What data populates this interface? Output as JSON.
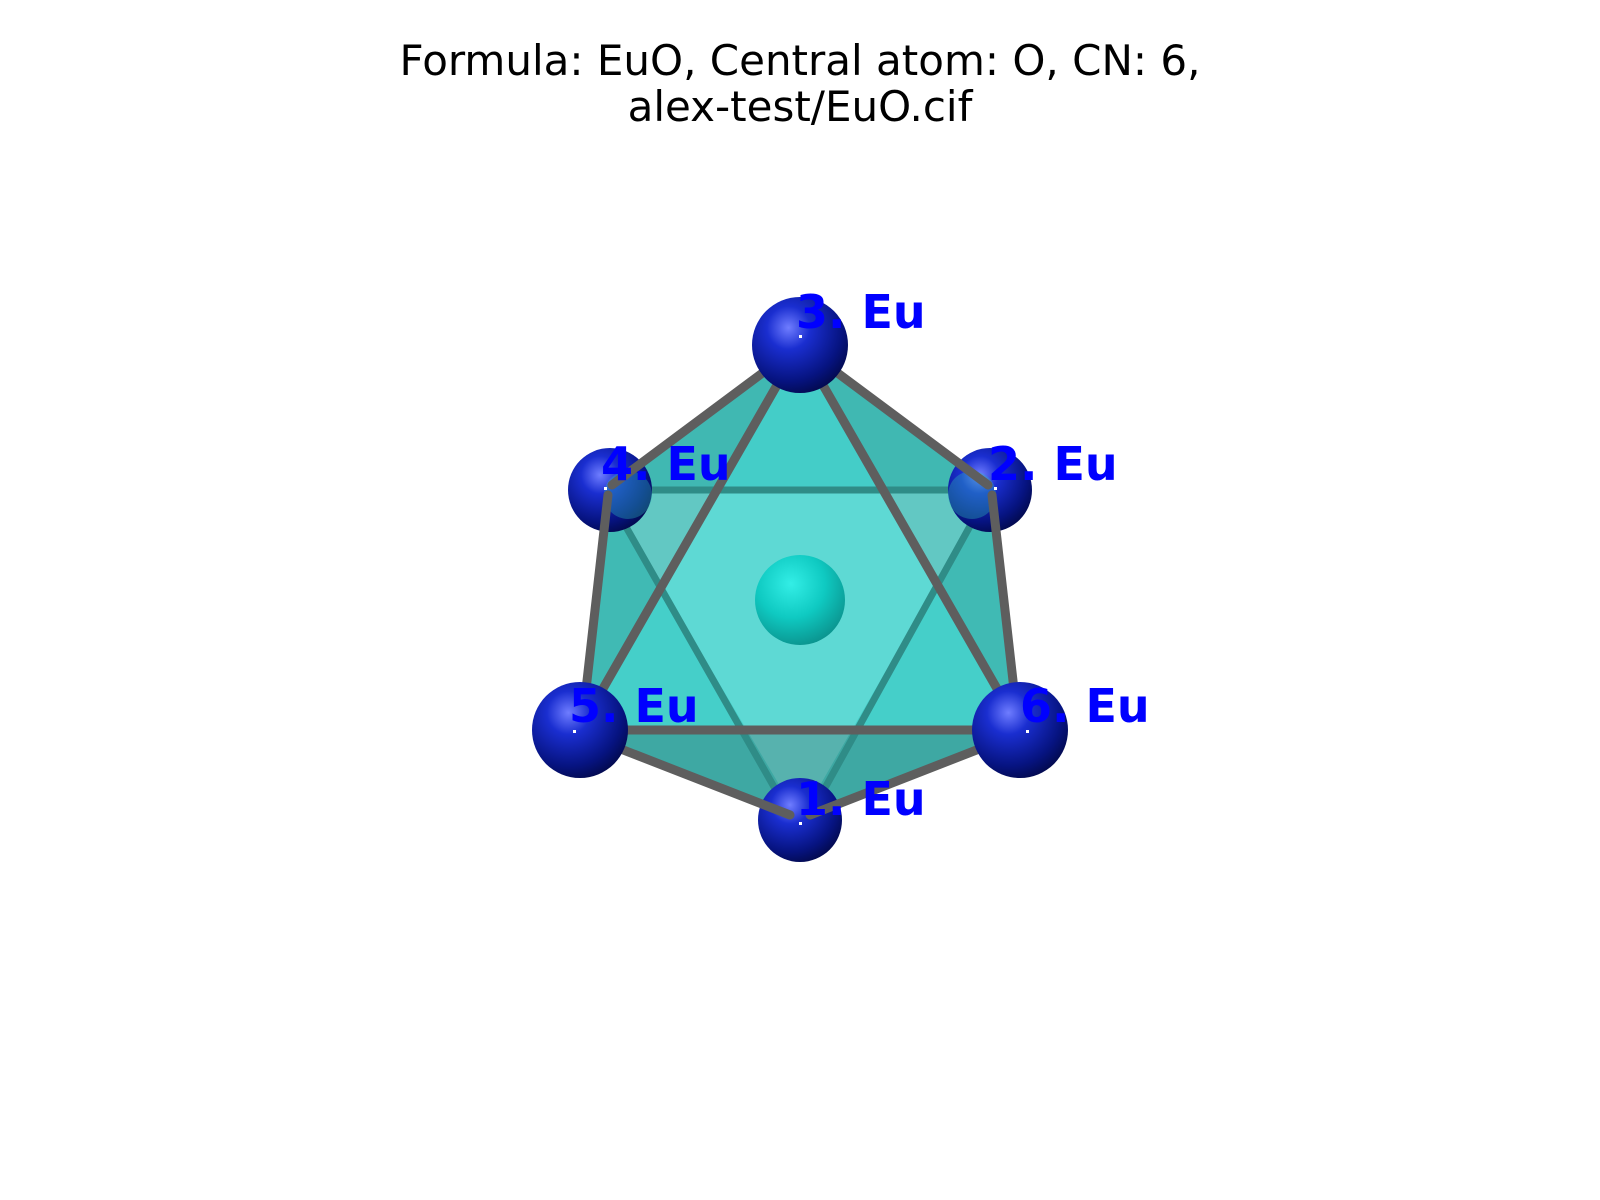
{
  "title": {
    "line1": "Formula: EuO, Central atom: O, CN: 6,",
    "line2": "alex-test/EuO.cif"
  },
  "colors": {
    "ligand_atom": "#0a1fa8",
    "central_atom": "#12c9c2",
    "polyhedron_face": "#2fbdb7",
    "bond": "#5e5e5e",
    "label": "#0000ff"
  },
  "central_atom": {
    "element": "O"
  },
  "ligands": [
    {
      "index": "1",
      "element": "Eu",
      "label": "1. Eu"
    },
    {
      "index": "2",
      "element": "Eu",
      "label": "2. Eu"
    },
    {
      "index": "3",
      "element": "Eu",
      "label": "3. Eu"
    },
    {
      "index": "4",
      "element": "Eu",
      "label": "4. Eu"
    },
    {
      "index": "5",
      "element": "Eu",
      "label": "5. Eu"
    },
    {
      "index": "6",
      "element": "Eu",
      "label": "6. Eu"
    }
  ]
}
